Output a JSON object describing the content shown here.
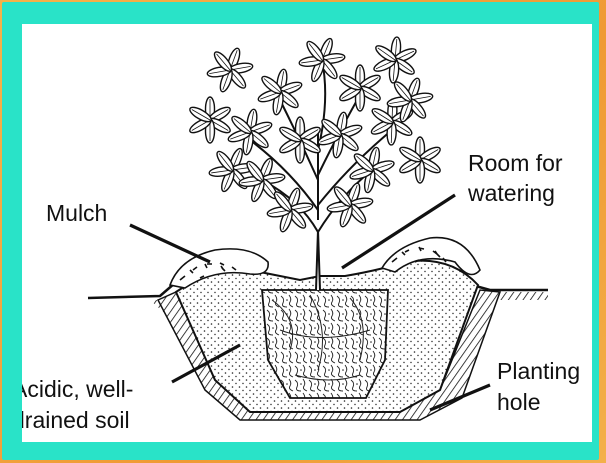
{
  "labels": {
    "mulch": "Mulch",
    "room_line1": "Room for",
    "room_line2": "watering",
    "soil_line1": "Acidic, well-",
    "soil_line2": "drained soil",
    "hole_line1": "Planting",
    "hole_line2": "hole"
  },
  "colors": {
    "frame": "#f2a33a",
    "border": "#29e3c8",
    "panel": "#ffffff",
    "ink": "#111111"
  }
}
